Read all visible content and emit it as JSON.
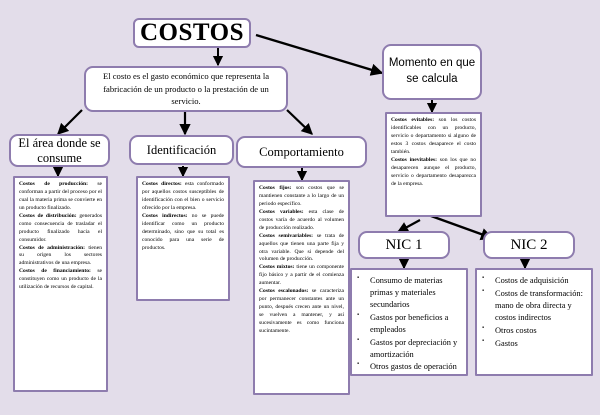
{
  "diagram": {
    "title": "COSTOS",
    "background_color": "#e3ddea",
    "border_color": "#8e7cae",
    "node_fill": "#ffffff",
    "connector_color": "#000000"
  },
  "root": {
    "label": "COSTOS"
  },
  "definition": {
    "text": "El costo es el gasto económico  que representa la fabricación de un producto o la prestación de un servicio."
  },
  "branches": [
    {
      "id": "area-consume",
      "header": "El área donde se consume",
      "items": [
        {
          "term": "Costos de producción:",
          "text": " se conforman a partir del proceso por el cual la materia prima se convierte en un producto finalizado."
        },
        {
          "term": "Costos de distribución:",
          "text": " generados como consecuencia de trasladar el producto finalizado hacia el consumidor."
        },
        {
          "term": "Costos de administración:",
          "text": " tienen su origen los sectores administrativos de una empresa."
        },
        {
          "term": "Costos de financiamiento:",
          "text": " se constituyen como un producto de la utilización de recursos de capital."
        }
      ]
    },
    {
      "id": "identificacion",
      "header": "Identificación",
      "items": [
        {
          "term": "Costos directos:",
          "text": " esta conformado por aquellos costos susceptibles de identificación con el bien o servicio ofrecido por la empresa."
        },
        {
          "term": "Costos indirectos:",
          "text": " no se puede identificar como un producto determinado, sino que su total es conocido para una serie de productos."
        }
      ]
    },
    {
      "id": "comportamiento",
      "header": "Comportamiento",
      "items": [
        {
          "term": "Costos fijos:",
          "text": " son costos que se mantienen constante a lo largo de un periodo específico."
        },
        {
          "term": "Costos variables:",
          "text": " esta clase de costos varía de acuerdo al volumen de producción realizado."
        },
        {
          "term": "Costos semivariables:",
          "text": " se trata de aquellos que tienen una parte fija y otra variable. Que si depende del volumen de producción."
        },
        {
          "term": "Costos mixtos:",
          "text": " tiene un componente fijo básico y a partir de el comienza aumentar."
        },
        {
          "term": "Costos escalonados:",
          "text": " se caracteriza por permanecer constantes ante un punto, después crecen ante un nivel, se vuelven a mantener, y así sucesivamente es como funciona sucintamente."
        }
      ]
    },
    {
      "id": "momento",
      "header": "Momento en que se calcula",
      "items": [
        {
          "term": "Costos evitables:",
          "text": " son los costos identificables con un producto, servicio o departamento si alguno de estos 3 costos desaparece el costo también."
        },
        {
          "term": "Costos inevitables:",
          "text": " son los que no desaparecen aunque el producto, servicio o departamento desaparezca de la empresa."
        }
      ]
    }
  ],
  "nic": [
    {
      "id": "nic-1",
      "header": "NIC 1",
      "items": [
        "Consumo de materias primas y materiales secundarios",
        "Gastos por beneficios a empleados",
        "Gastos por depreciación y amortización",
        "Otros gastos de operación"
      ]
    },
    {
      "id": "nic-2",
      "header": "NIC 2",
      "items": [
        "Costos de adquisición",
        "Costos de transformación: mano de obra directa y costos indirectos",
        "Otros costos",
        "Gastos"
      ]
    }
  ]
}
